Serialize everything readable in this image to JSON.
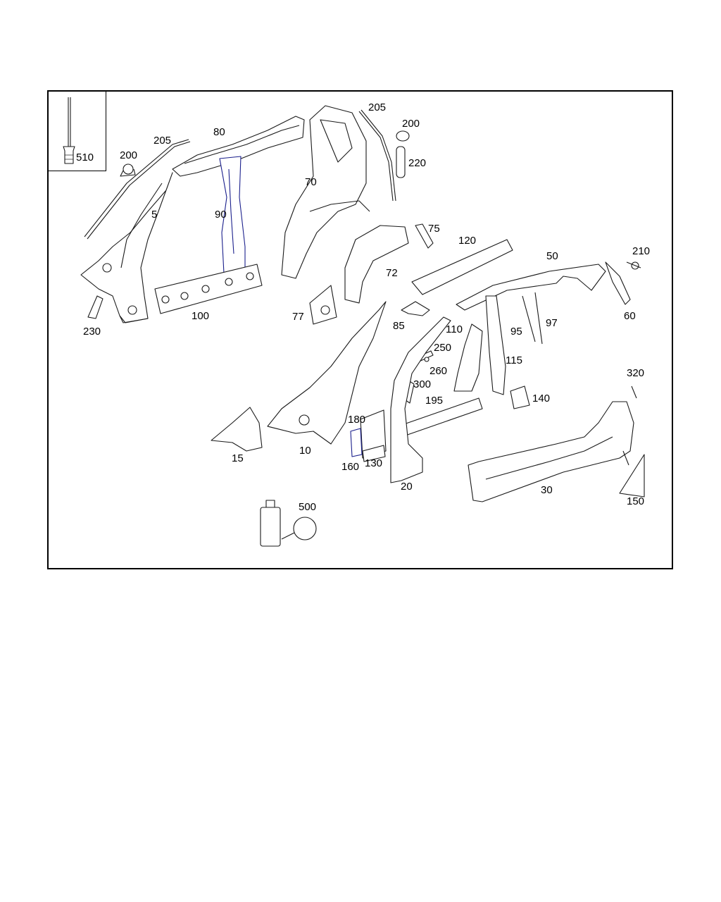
{
  "diagram": {
    "callouts": [
      {
        "id": "c510",
        "text": "510"
      },
      {
        "id": "c205a",
        "text": "205"
      },
      {
        "id": "c200a",
        "text": "200"
      },
      {
        "id": "c80",
        "text": "80"
      },
      {
        "id": "c5",
        "text": "5"
      },
      {
        "id": "c90",
        "text": "90"
      },
      {
        "id": "c100",
        "text": "100"
      },
      {
        "id": "c230",
        "text": "230"
      },
      {
        "id": "c205b",
        "text": "205"
      },
      {
        "id": "c200b",
        "text": "200"
      },
      {
        "id": "c220",
        "text": "220"
      },
      {
        "id": "c70",
        "text": "70"
      },
      {
        "id": "c75",
        "text": "75"
      },
      {
        "id": "c72",
        "text": "72"
      },
      {
        "id": "c77",
        "text": "77"
      },
      {
        "id": "c120",
        "text": "120"
      },
      {
        "id": "c50",
        "text": "50"
      },
      {
        "id": "c210",
        "text": "210"
      },
      {
        "id": "c60",
        "text": "60"
      },
      {
        "id": "c85",
        "text": "85"
      },
      {
        "id": "c110",
        "text": "110"
      },
      {
        "id": "c95",
        "text": "95"
      },
      {
        "id": "c97",
        "text": "97"
      },
      {
        "id": "c250",
        "text": "250"
      },
      {
        "id": "c115",
        "text": "115"
      },
      {
        "id": "c260",
        "text": "260"
      },
      {
        "id": "c300",
        "text": "300"
      },
      {
        "id": "c320",
        "text": "320"
      },
      {
        "id": "c195",
        "text": "195"
      },
      {
        "id": "c140",
        "text": "140"
      },
      {
        "id": "c180",
        "text": "180"
      },
      {
        "id": "c15",
        "text": "15"
      },
      {
        "id": "c10",
        "text": "10"
      },
      {
        "id": "c160",
        "text": "160"
      },
      {
        "id": "c130",
        "text": "130"
      },
      {
        "id": "c20",
        "text": "20"
      },
      {
        "id": "c30",
        "text": "30"
      },
      {
        "id": "c150",
        "text": "150"
      },
      {
        "id": "c500",
        "text": "500"
      }
    ]
  }
}
